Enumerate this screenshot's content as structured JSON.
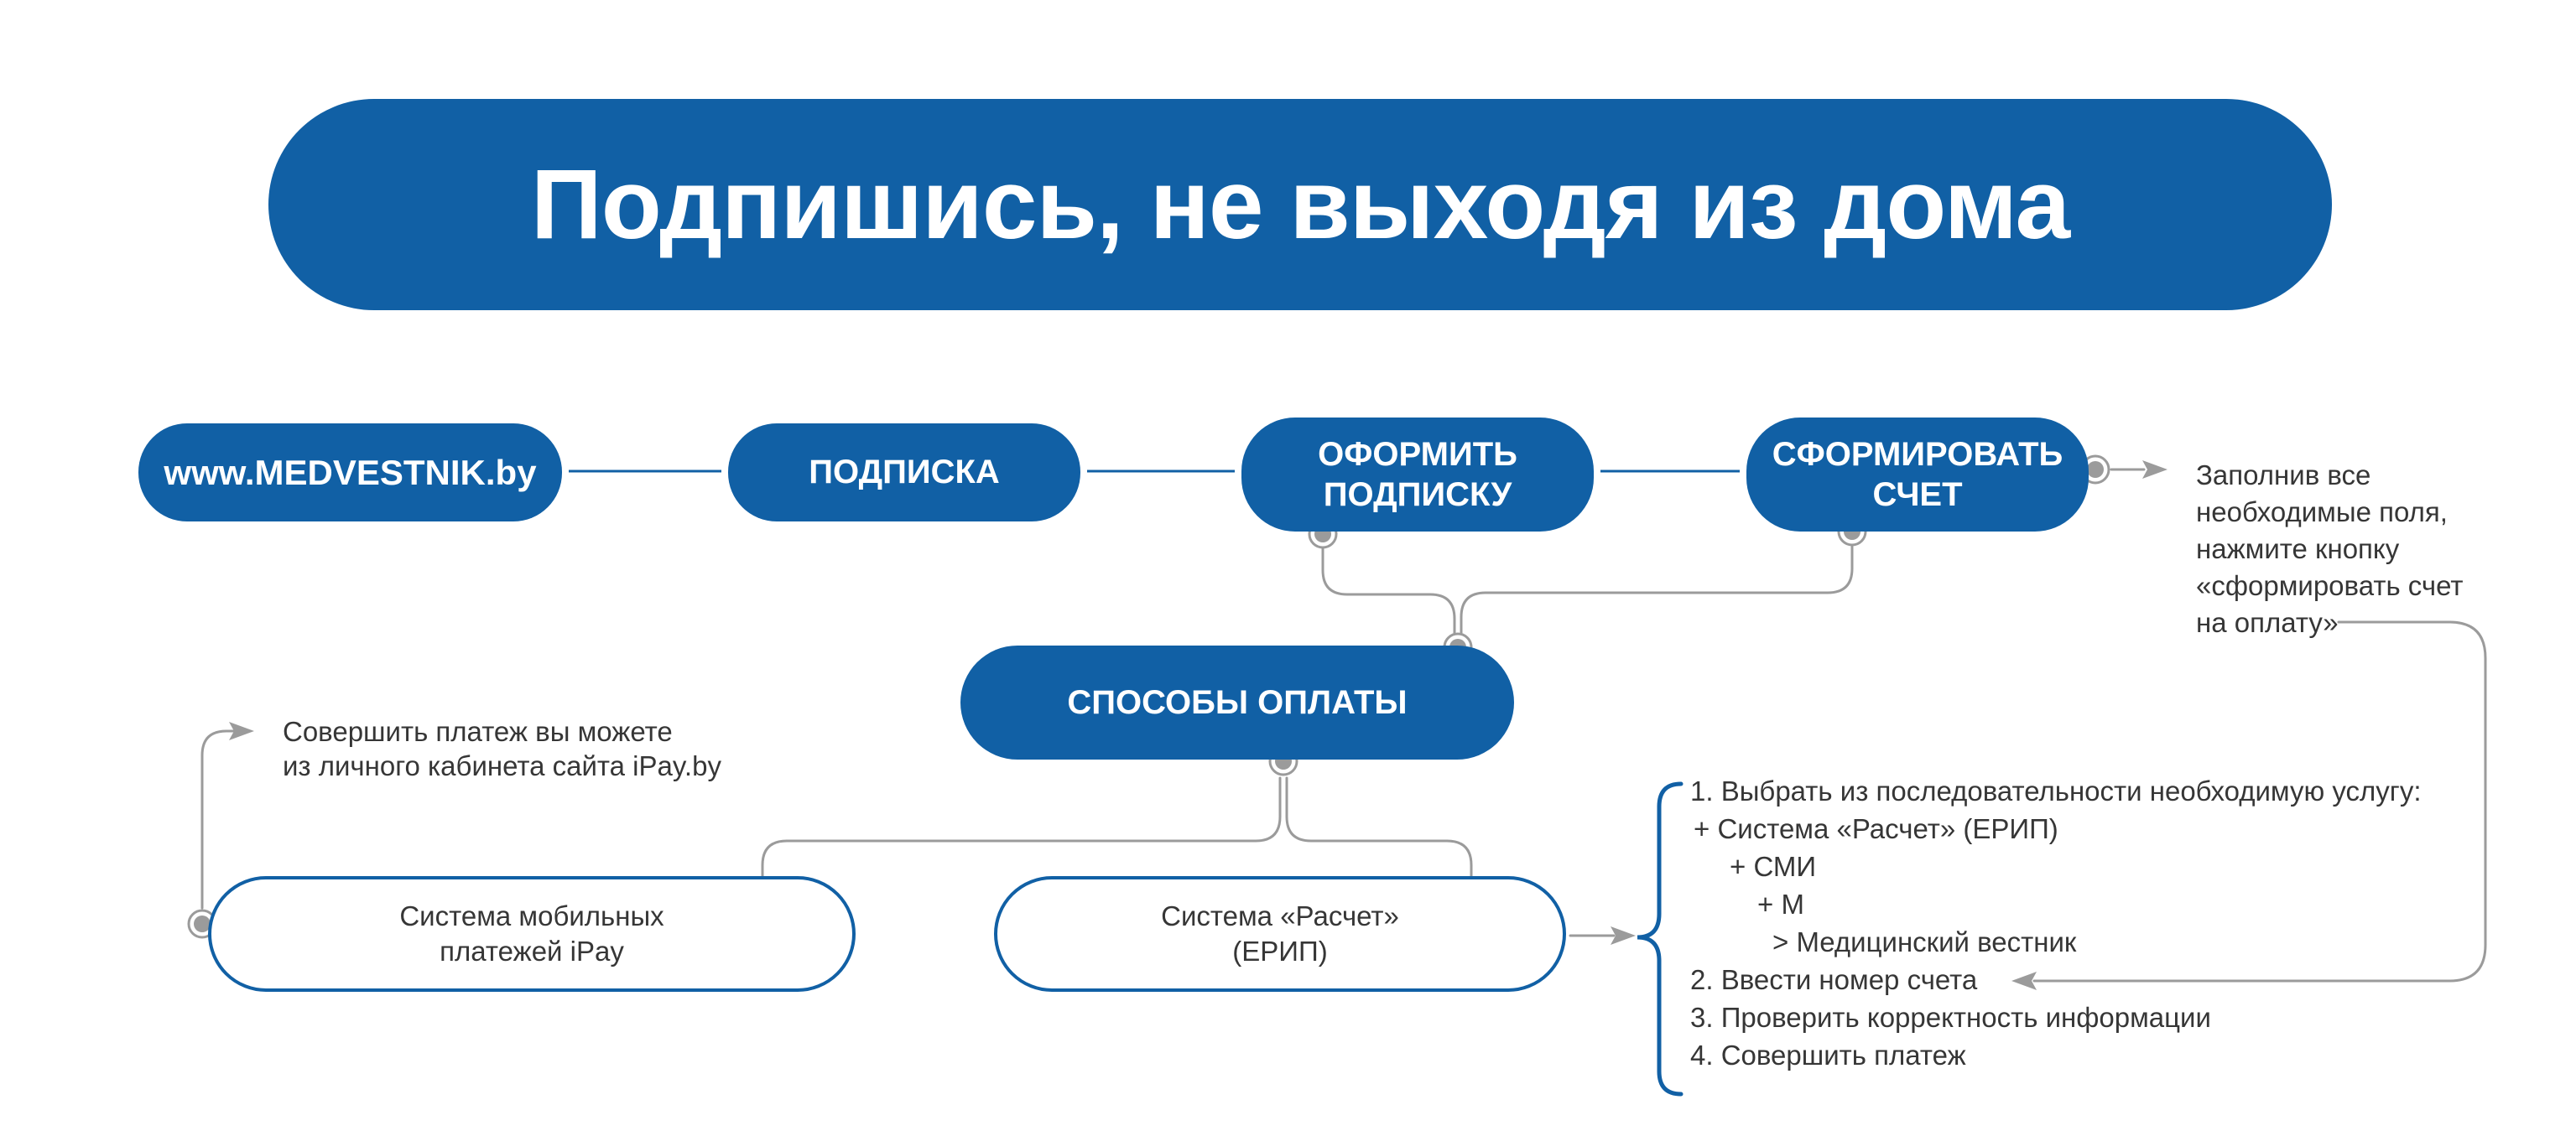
{
  "title": {
    "text": "Подпишись, не выходя из дома"
  },
  "colors": {
    "primary_blue": "#1160A5",
    "connector_gray": "#9B9B9B",
    "text_dark": "#363636",
    "background": "#FFFFFF"
  },
  "nodes": {
    "site": {
      "label": "www.MEDVESTNIK.by"
    },
    "subscription": {
      "label": "ПОДПИСКА"
    },
    "arrange": {
      "line1": "ОФОРМИТЬ",
      "line2": "ПОДПИСКУ"
    },
    "invoice": {
      "line1": "СФОРМИРОВАТЬ",
      "line2": "СЧЕТ"
    },
    "methods": {
      "label": "СПОСОБЫ ОПЛАТЫ"
    },
    "ipay": {
      "line1": "Система мобильных",
      "line2": "платежей iPay"
    },
    "erip": {
      "line1": "Система «Расчет»",
      "line2": "(ЕРИП)"
    }
  },
  "annotations": {
    "invoice_note": {
      "line1": "Заполнив все",
      "line2": "необходимые поля,",
      "line3": "нажмите кнопку",
      "line4": "«сформировать счет",
      "line5": "на оплату»"
    },
    "ipay_note": {
      "line1": "Совершить платеж вы можете",
      "line2": "из личного кабинета сайта iPay.by"
    },
    "erip_steps": [
      "1. Выбрать из последовательности необходимую услугу:",
      "+ Система «Расчет» (ЕРИП)",
      "+ СМИ",
      "+ М",
      "> Медицинский вестник",
      "2. Ввести номер счета",
      "3. Проверить корректность информации",
      "4. Совершить платеж"
    ]
  }
}
